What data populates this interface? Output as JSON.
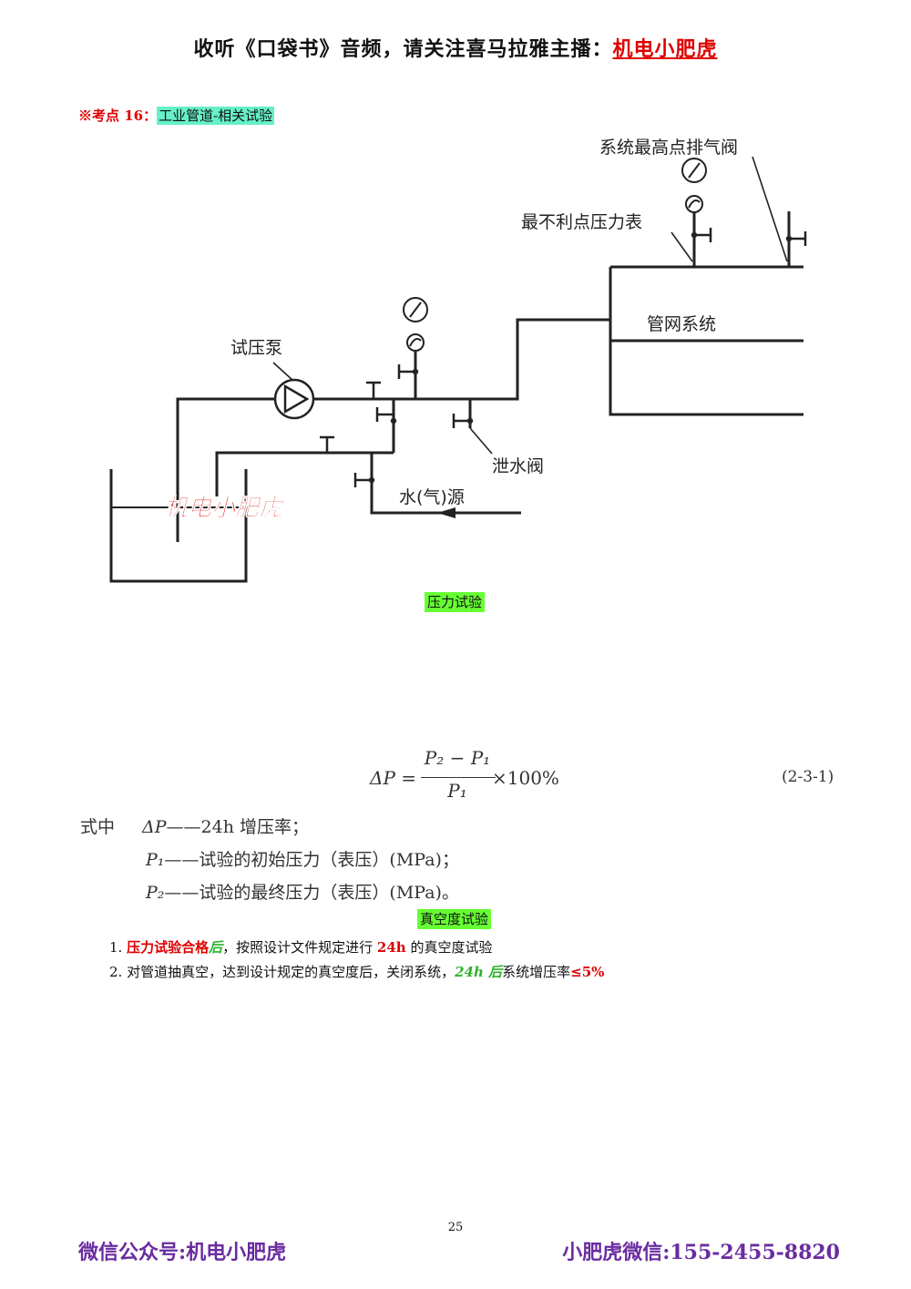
{
  "header": {
    "prefix": "收听《口袋书》音频，请关注喜马拉雅主播：",
    "brand": "机电小肥虎"
  },
  "keypoint": {
    "label": "※考点 16：",
    "title": "工业管道-相关试验"
  },
  "diagram": {
    "labels": {
      "vent_valve": "系统最高点排气阀",
      "gauge": "最不利点压力表",
      "network": "管网系统",
      "pump": "试压泵",
      "drain_valve": "泄水阀",
      "source": "水(气)源"
    },
    "watermark": "机电小肥虎",
    "caption": "压力试验"
  },
  "formula": {
    "lhs": "ΔP =",
    "numerator": "P₂ − P₁",
    "denominator": "P₁",
    "suffix": "×100%",
    "number": "(2-3-1)"
  },
  "definitions": {
    "intro": "式中",
    "items": [
      {
        "symbol": "ΔP",
        "text": "——24h 增压率；"
      },
      {
        "symbol": "P₁",
        "text": "——试验的初始压力（表压）(MPa)；"
      },
      {
        "symbol": "P₂",
        "text": "——试验的最终压力（表压）(MPa)。"
      }
    ]
  },
  "vacuum": {
    "caption": "真空度试验",
    "line1": {
      "num": "1.",
      "red1": "压力试验合格",
      "grn1": "后",
      "mid": "，按照设计文件规定进行",
      "red2": "24h",
      "end": "的真空度试验"
    },
    "line2": {
      "num": "2.",
      "text": "对管道抽真空，达到设计规定的真空度后，关闭系统，",
      "grn1": "24h 后",
      "mid": "系统增压率",
      "red1": "≤5%"
    }
  },
  "page_number": "25",
  "footer": {
    "left": "微信公众号:机电小肥虎",
    "right": "小肥虎微信:155-2455-8820"
  }
}
